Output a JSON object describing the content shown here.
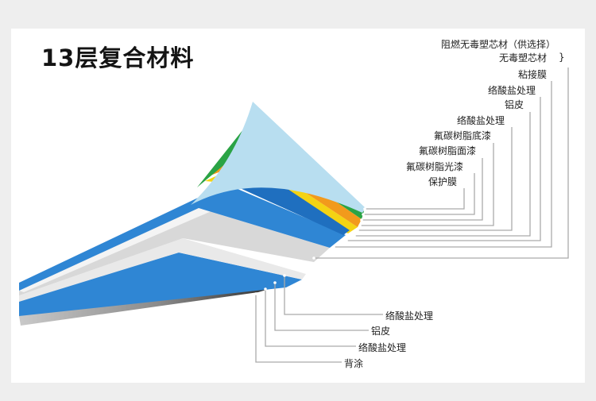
{
  "title": "13层复合材料",
  "top_labels": [
    "阻燃无毒塑芯材（供选择）",
    "无毒塑芯材",
    "粘接膜",
    "络酸盐处理",
    "铝皮",
    "络酸盐处理",
    "氟碳树脂底漆",
    "氟碳树脂面漆",
    "氟碳树脂光漆",
    "保护膜"
  ],
  "brace_symbol": "}",
  "bottom_labels": [
    "络酸盐处理",
    "铝皮",
    "络酸盐处理",
    "背涂"
  ],
  "colors": {
    "protective_film": "#b8def0",
    "green": "#2aa345",
    "orange": "#f29a1c",
    "yellow": "#f4d313",
    "blue": "#2f86d4",
    "core": "#f0f0f0",
    "back": "#5a5a5a",
    "line": "#aaaaaa"
  }
}
